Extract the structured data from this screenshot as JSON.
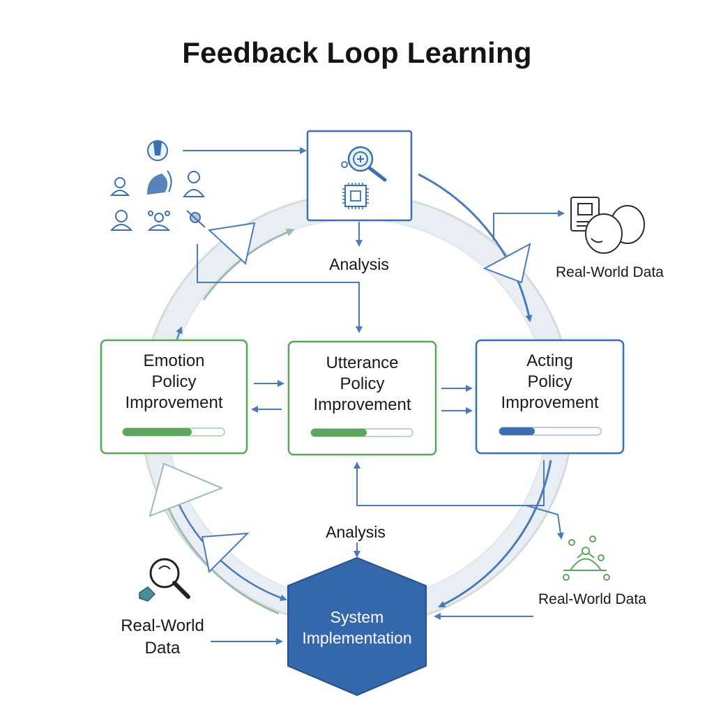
{
  "title": "Feedback Loop Learning",
  "stages": {
    "analysis_top": "Analysis",
    "analysis_bottom": "Analysis"
  },
  "boxes": {
    "emotion": {
      "lines": [
        "Emotion",
        "Policy",
        "Improvement"
      ],
      "progress": 0.68
    },
    "utterance": {
      "lines": [
        "Utterance",
        "Policy",
        "Improvement"
      ],
      "progress": 0.55
    },
    "acting": {
      "lines": [
        "Acting",
        "Policy",
        "Improvement"
      ],
      "progress": 0.35
    }
  },
  "system": {
    "lines": [
      "System",
      "Implementation"
    ]
  },
  "real_world": {
    "top_right": "Real-World Data",
    "bottom_right": "Real-World Data",
    "bottom_left": [
      "Real-World",
      "Data"
    ]
  },
  "colors": {
    "green": "#5ba55e",
    "blue": "#3a6fb0",
    "arrow": "#4a7bb7",
    "ring": "#e6ebf3",
    "system_fill": "#3567ad"
  },
  "icons": [
    "person-group-icons",
    "magnifier-icon",
    "chip-icon",
    "document-icon",
    "face-icon",
    "network-icon",
    "search-icon"
  ]
}
